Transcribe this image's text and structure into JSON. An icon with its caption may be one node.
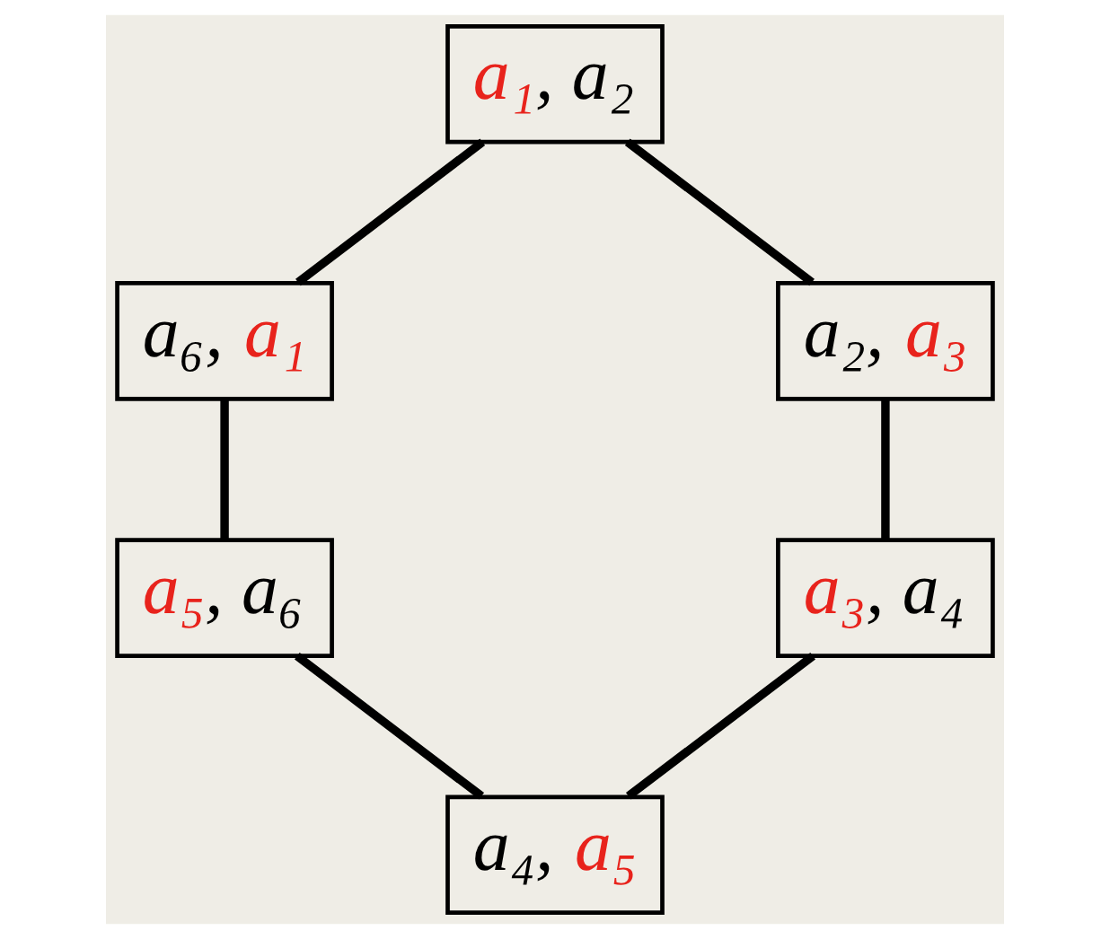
{
  "diagram": {
    "nodes": [
      {
        "text": [
          "a₁, a₂"
        ]
      },
      {
        "text": [
          "a₆, a₁"
        ]
      },
      {
        "text": [
          "a₂, a₃"
        ]
      },
      {
        "text": [
          "a₅, a₆"
        ]
      },
      {
        "text": [
          "a₃, a₄"
        ]
      },
      {
        "text": [
          "a₄, a₅"
        ]
      }
    ],
    "edges": [
      {
        "from": 0,
        "to": 1,
        "arrow": "none"
      },
      {
        "from": 0,
        "to": 2,
        "arrow": "none"
      },
      {
        "from": 1,
        "to": 3,
        "arrow": "none"
      },
      {
        "from": 2,
        "to": 4,
        "arrow": "none"
      },
      {
        "from": 3,
        "to": 5,
        "arrow": "none"
      },
      {
        "from": 4,
        "to": 5,
        "arrow": "none"
      }
    ]
  }
}
